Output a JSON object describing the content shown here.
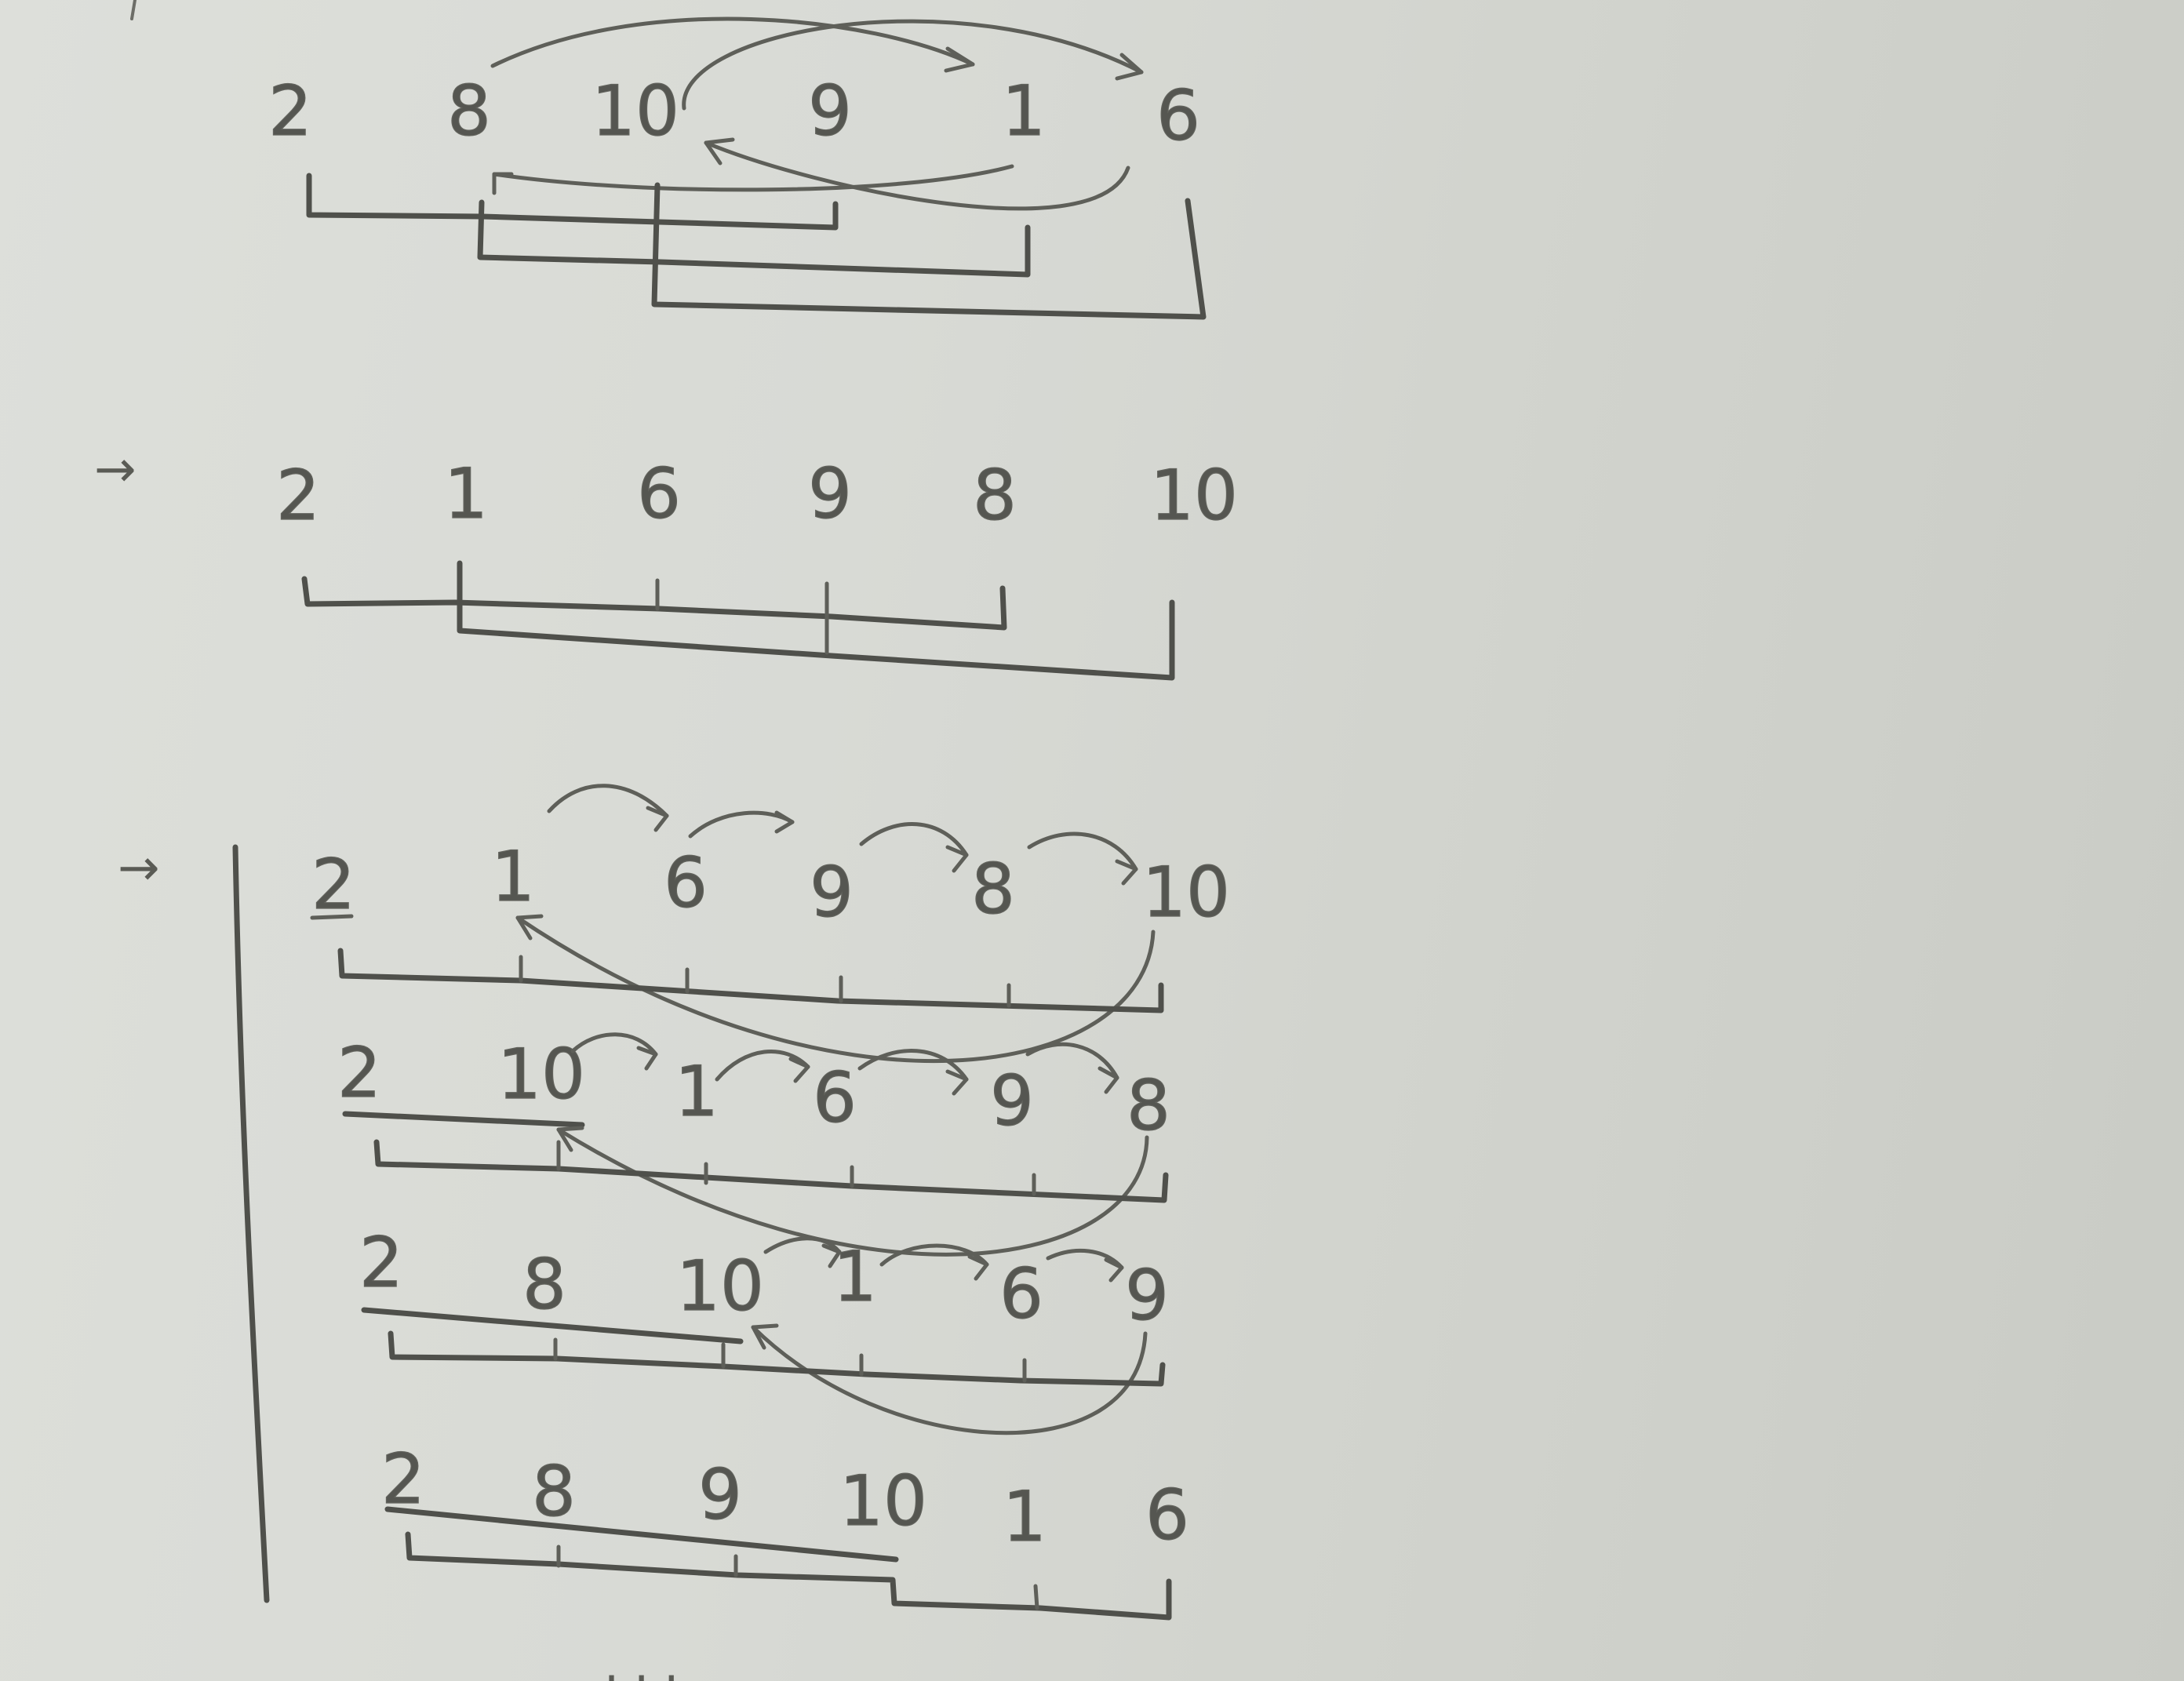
{
  "page": {
    "paper_color": "#d8dad5",
    "ink_color": "#585953"
  },
  "steps": [
    {
      "id": "step-1",
      "marker": "",
      "values": [
        "2",
        "8",
        "10",
        "9",
        "1",
        "6"
      ]
    },
    {
      "id": "step-2",
      "marker": "→",
      "values": [
        "2",
        "1",
        "6",
        "9",
        "8",
        "10"
      ]
    },
    {
      "id": "step-3",
      "marker": "→",
      "values": [
        "2",
        "1",
        "6",
        "9",
        "8",
        "10"
      ]
    },
    {
      "id": "step-4",
      "marker": "",
      "values": [
        "2",
        "10",
        "1",
        "6",
        "9",
        "8"
      ]
    },
    {
      "id": "step-5",
      "marker": "",
      "values": [
        "2",
        "8",
        "10",
        "1",
        "6",
        "9"
      ]
    },
    {
      "id": "step-6",
      "marker": "",
      "values": [
        "2",
        "8",
        "9",
        "10",
        "1",
        "6"
      ]
    }
  ],
  "continuation": ". . ."
}
